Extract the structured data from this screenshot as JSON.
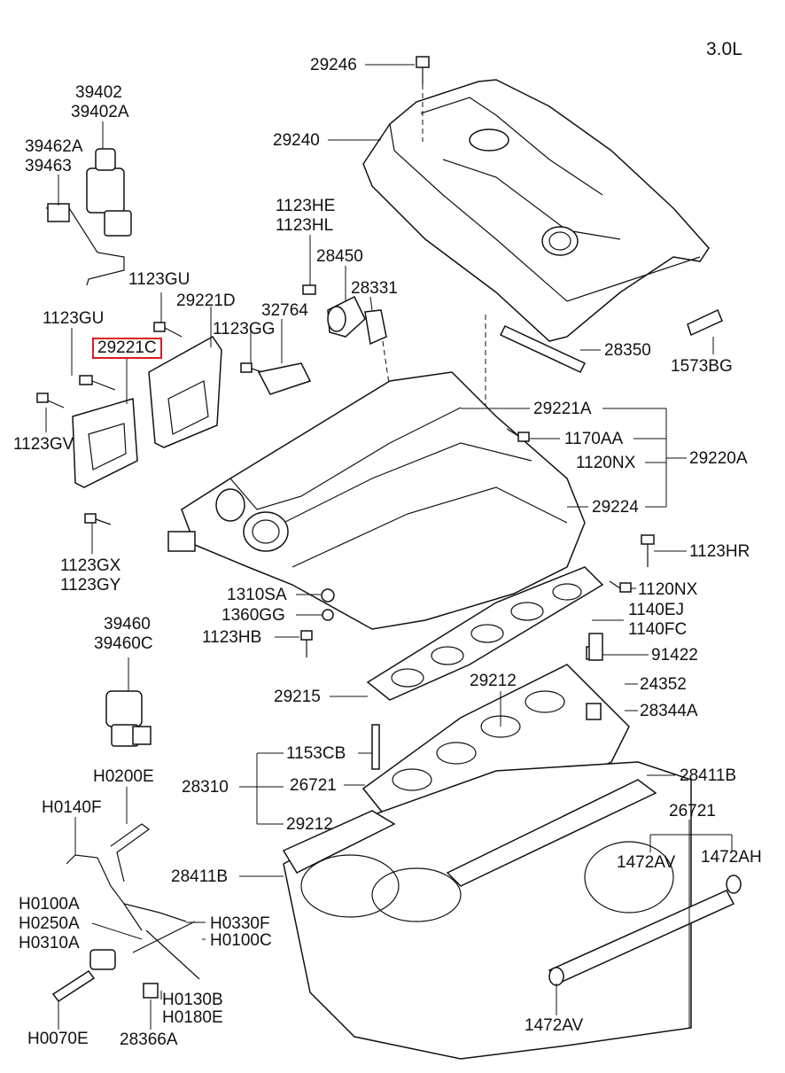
{
  "engine_label": "3.0L",
  "highlighted_part": "29221C",
  "labels": {
    "l29246": "29246",
    "l29240": "29240",
    "l39402": "39402",
    "l39402A": "39402A",
    "l39462A": "39462A",
    "l39463": "39463",
    "l1123HE": "1123HE",
    "l1123HL": "1123HL",
    "l28450": "28450",
    "l28331": "28331",
    "l1123GU_a": "1123GU",
    "l29221D": "29221D",
    "l32764": "32764",
    "l1123GU_b": "1123GU",
    "l1123GG": "1123GG",
    "l29221C": "29221C",
    "l28350": "28350",
    "l1573BG": "1573BG",
    "l29221A": "29221A",
    "l1123GV": "1123GV",
    "l1170AA": "1170AA",
    "l1120NX_a": "1120NX",
    "l29220A": "29220A",
    "l29224": "29224",
    "l1123GX": "1123GX",
    "l1123GY": "1123GY",
    "l1123HR": "1123HR",
    "l1310SA": "1310SA",
    "l1120NX_b": "1120NX",
    "l1360GG": "1360GG",
    "l1140EJ": "1140EJ",
    "l1140FC": "1140FC",
    "l1123HB": "1123HB",
    "l39460": "39460",
    "l39460C": "39460C",
    "l91422": "91422",
    "l29212_a": "29212",
    "l29215": "29215",
    "l24352": "24352",
    "l28344A": "28344A",
    "l1153CB": "1153CB",
    "lH0200E": "H0200E",
    "l28310": "28310",
    "l26721_a": "26721",
    "l28411B_a": "28411B",
    "lH0140F": "H0140F",
    "l29212_b": "29212",
    "l26721_b": "26721",
    "l1472AV_a": "1472AV",
    "l1472AH": "1472AH",
    "l28411B_b": "28411B",
    "lH0100A": "H0100A",
    "lH0250A": "H0250A",
    "lH0310A": "H0310A",
    "lH0330F": "H0330F",
    "lH0100C": "H0100C",
    "lH0130B": "H0130B",
    "lH0180E": "H0180E",
    "lH0070E": "H0070E",
    "l28366A": "28366A",
    "l1472AV_b": "1472AV"
  },
  "colors": {
    "line": "#111111",
    "highlight": "#e0191f",
    "background": "#ffffff"
  }
}
